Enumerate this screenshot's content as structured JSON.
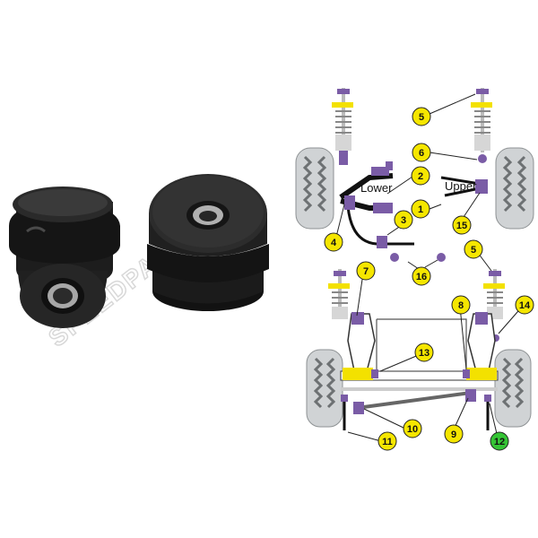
{
  "watermark": {
    "text": "SPEEDPARTS"
  },
  "diagram": {
    "labels": {
      "lower": "Lower",
      "upper": "Upper"
    },
    "callouts": [
      {
        "n": "1"
      },
      {
        "n": "2"
      },
      {
        "n": "3"
      },
      {
        "n": "4"
      },
      {
        "n": "5"
      },
      {
        "n": "5"
      },
      {
        "n": "6"
      },
      {
        "n": "7"
      },
      {
        "n": "8"
      },
      {
        "n": "9"
      },
      {
        "n": "10"
      },
      {
        "n": "11"
      },
      {
        "n": "12"
      },
      {
        "n": "13"
      },
      {
        "n": "14"
      },
      {
        "n": "15"
      },
      {
        "n": "16"
      }
    ],
    "highlight": "12"
  },
  "colors": {
    "callout": "#f5e600",
    "highlight": "#35c435",
    "part": "#7a5ca6",
    "spring": "#f3e100",
    "tyre": "#cfd2d4",
    "bushing": "#1c1c1c"
  }
}
